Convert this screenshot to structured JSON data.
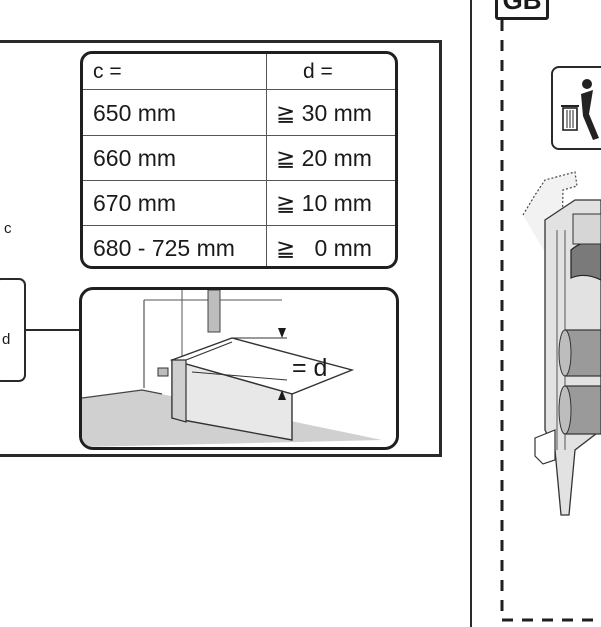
{
  "left_panel": {
    "label_c": "c",
    "label_d": "d",
    "table": {
      "header": {
        "c": "c =",
        "d": "d ="
      },
      "rows": [
        {
          "c": "650 mm",
          "d": "≧ 30 mm"
        },
        {
          "c": "660 mm",
          "d": "≧ 20 mm"
        },
        {
          "c": "670 mm",
          "d": "≧ 10 mm"
        },
        {
          "c": "680 - 725 mm",
          "d": "≧   0 mm"
        }
      ]
    },
    "detail": {
      "dimension_label": "= d"
    }
  },
  "right_panel": {
    "region_badge": "GB",
    "icon": "recycling-bin-icon"
  },
  "colors": {
    "line": "#1f1f1f",
    "gray_fill": "#cfcfcf",
    "light_gray": "#e6e6e6"
  }
}
